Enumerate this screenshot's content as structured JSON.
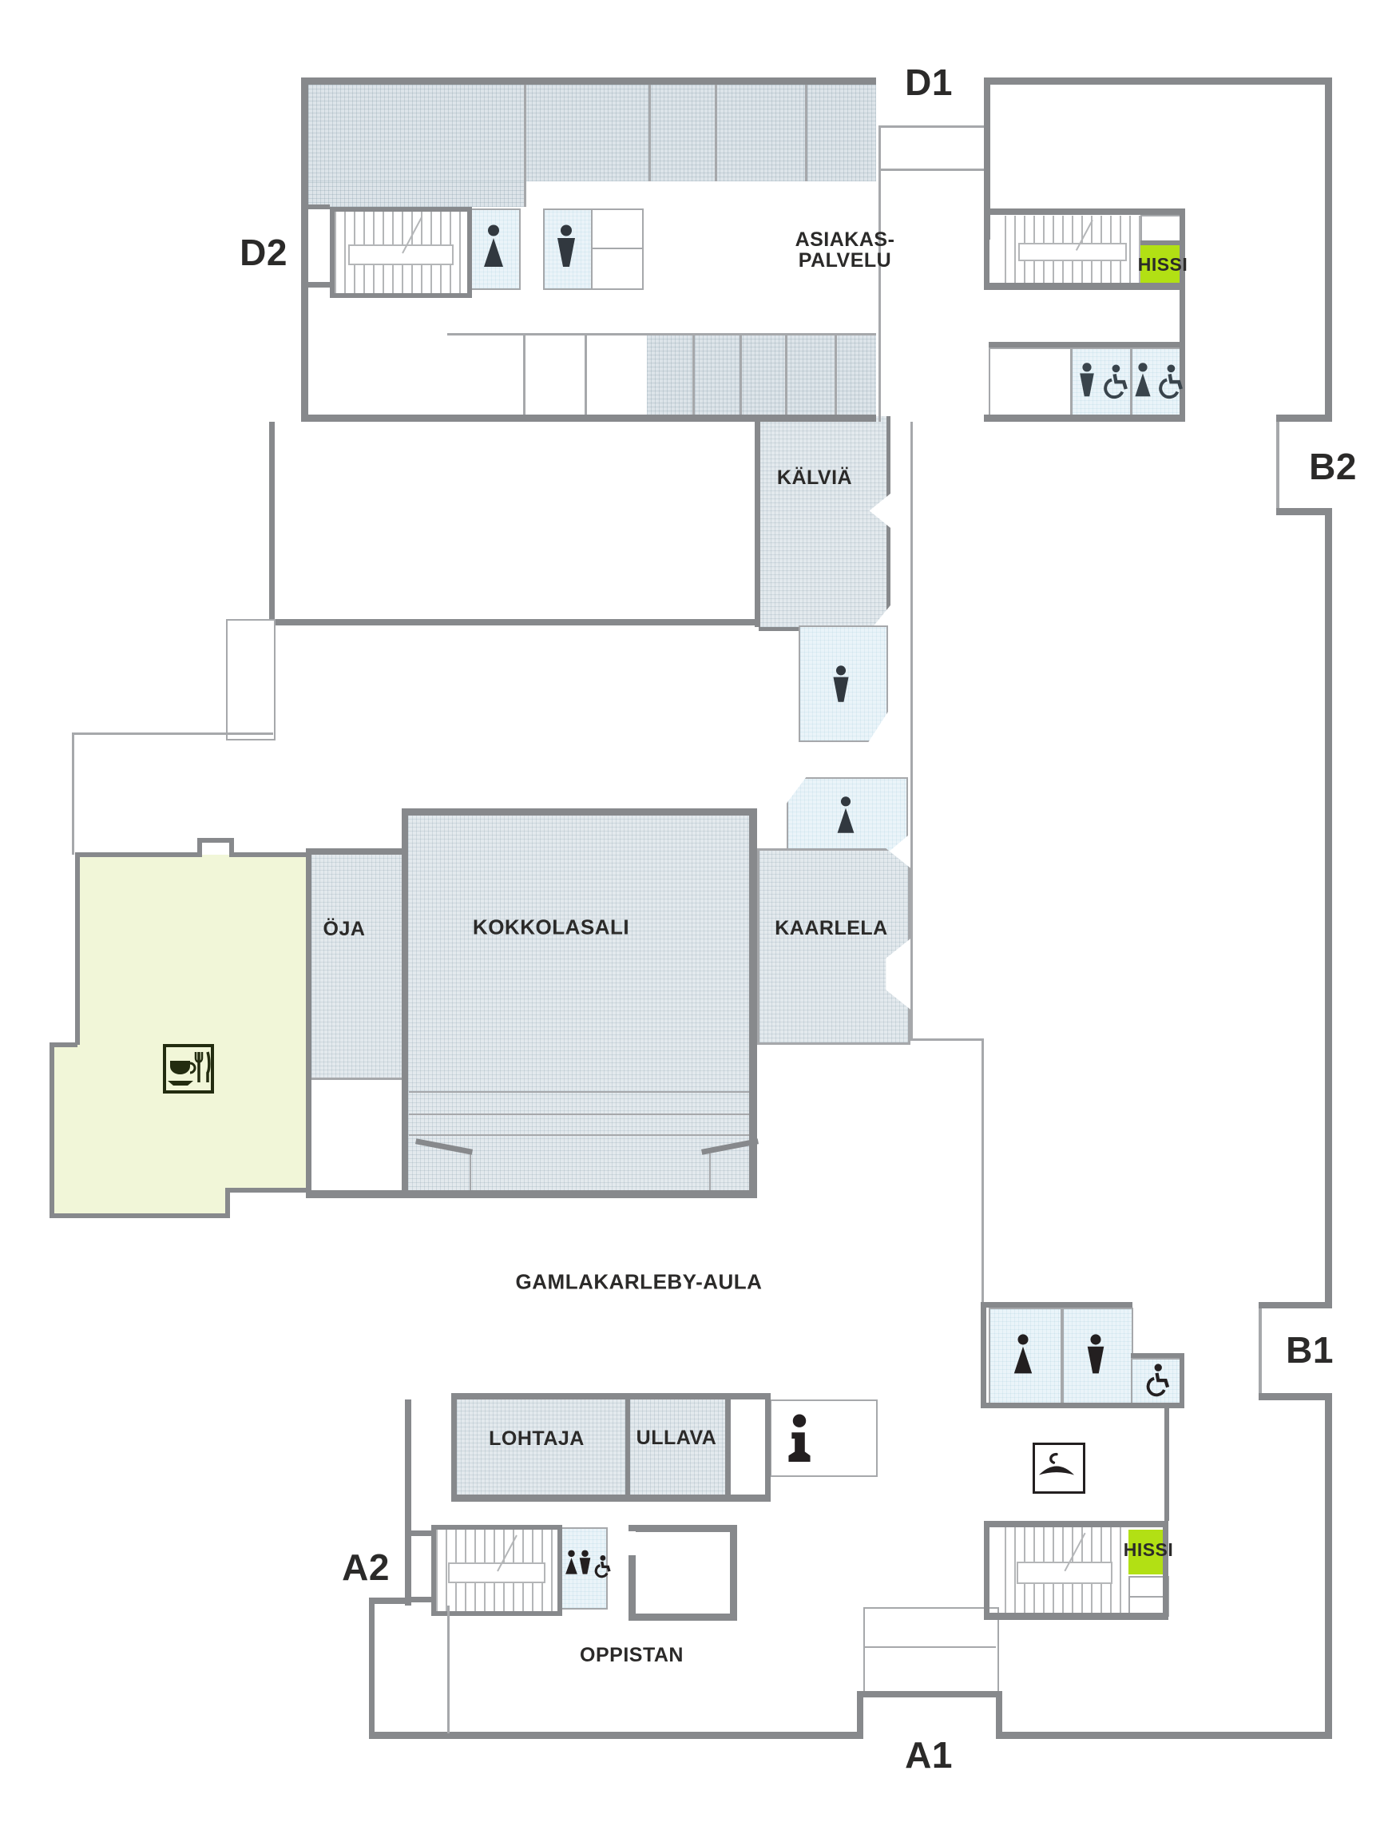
{
  "page": {
    "type": "building-floor-plan",
    "language": "fi"
  },
  "colors": {
    "wall": "#87898c",
    "thin_wall": "#a6a8ab",
    "room_fill": "#e3e9ed",
    "room_fill_dark": "#dde4e9",
    "wc_fill": "#eaf4f9",
    "elevator_fill": "#b2e014",
    "cafe_fill": "#f1f6d8",
    "icon": "#39444c",
    "text": "#2b2a29"
  },
  "entrances": {
    "d1": "D1",
    "d2": "D2",
    "b2": "B2",
    "b1": "B1",
    "a1": "A1",
    "a2": "A2"
  },
  "rooms": {
    "asiakaspalvelu": {
      "line1": "ASIAKAS-",
      "line2": "PALVELU"
    },
    "hissi_top": "HISSI",
    "hissi_bottom": "HISSI",
    "kalvia": "KÄLVIÄ",
    "oja": "ÖJA",
    "kokkolasali": "KOKKOLASALI",
    "kaarlela": "KAARLELA",
    "aula": "GAMLAKARLEBY-AULA",
    "lohtaja": "LOHTAJA",
    "ullava": "ULLAVA",
    "oppistan": "OPPISTAN"
  },
  "icons": {
    "legend": [
      "stairs",
      "wc-woman",
      "wc-man",
      "wc-accessible",
      "elevator",
      "info-point",
      "cafeteria",
      "cloakroom"
    ]
  }
}
